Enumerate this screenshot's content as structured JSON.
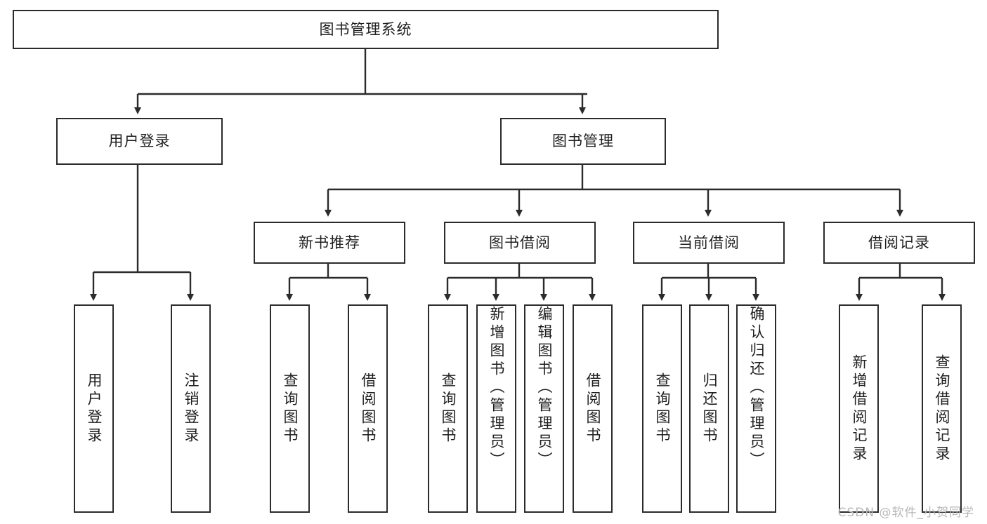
{
  "diagram": {
    "title": "图书管理系统",
    "watermark": "CSDN @软件_小贺同学",
    "line_color": "#2b2b2b",
    "box_fill": "#ffffff",
    "text_color": "#1f1f1f",
    "nodes": {
      "root": {
        "label": "图书管理系统"
      },
      "level2": [
        {
          "id": "user-login",
          "label": "用户登录"
        },
        {
          "id": "book-manage",
          "label": "图书管理"
        }
      ],
      "level3": [
        {
          "id": "new-book-recommend",
          "label": "新书推荐"
        },
        {
          "id": "book-borrow",
          "label": "图书借阅"
        },
        {
          "id": "current-borrow",
          "label": "当前借阅"
        },
        {
          "id": "borrow-record",
          "label": "借阅记录"
        }
      ],
      "leaves": {
        "user-login": [
          {
            "id": "leaf-user-login",
            "label": "用户登录"
          },
          {
            "id": "leaf-logout-login",
            "label": "注销登录"
          }
        ],
        "new-book-recommend": [
          {
            "id": "leaf-query-book-1",
            "label": "查询图书"
          },
          {
            "id": "leaf-borrow-book-1",
            "label": "借阅图书"
          }
        ],
        "book-borrow": [
          {
            "id": "leaf-query-book-2",
            "label": "查询图书"
          },
          {
            "id": "leaf-add-book",
            "label": "新增图书（管理员）"
          },
          {
            "id": "leaf-edit-book",
            "label": "编辑图书（管理员）"
          },
          {
            "id": "leaf-borrow-book-2",
            "label": "借阅图书"
          }
        ],
        "current-borrow": [
          {
            "id": "leaf-query-book-3",
            "label": "查询图书"
          },
          {
            "id": "leaf-return-book",
            "label": "归还图书"
          },
          {
            "id": "leaf-confirm-return",
            "label": "确认归还（管理员）"
          }
        ],
        "borrow-record": [
          {
            "id": "leaf-add-record",
            "label": "新增借阅记录"
          },
          {
            "id": "leaf-query-record",
            "label": "查询借阅记录"
          }
        ]
      }
    }
  }
}
